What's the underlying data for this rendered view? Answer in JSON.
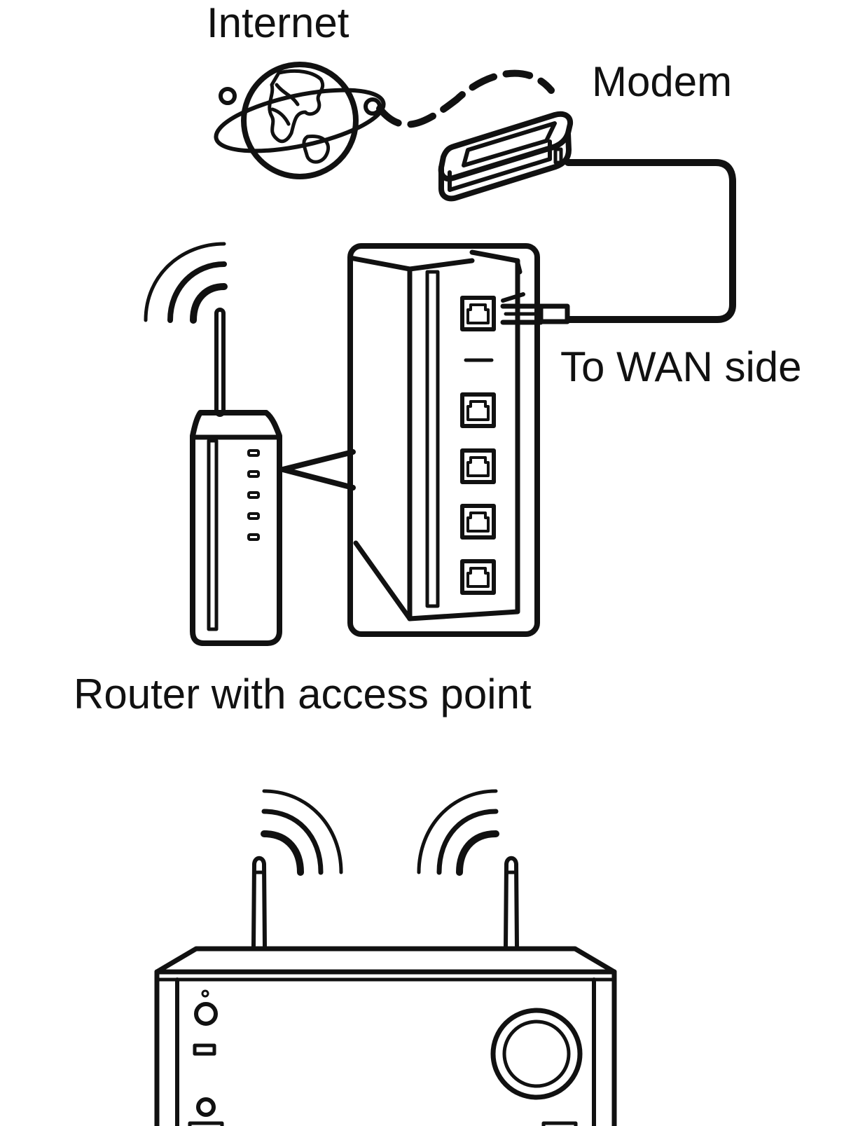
{
  "labels": {
    "internet": "Internet",
    "modem": "Modem",
    "wan": "To WAN side",
    "router": "Router with access point"
  },
  "icons": {
    "internet": "globe-icon",
    "modem": "modem-icon",
    "router": "router-icon",
    "receiver": "receiver-icon",
    "wifi": "wifi-waves-icon",
    "ethernet": "ethernet-plug-icon"
  },
  "colors": {
    "line": "#111111",
    "background": "#ffffff"
  }
}
